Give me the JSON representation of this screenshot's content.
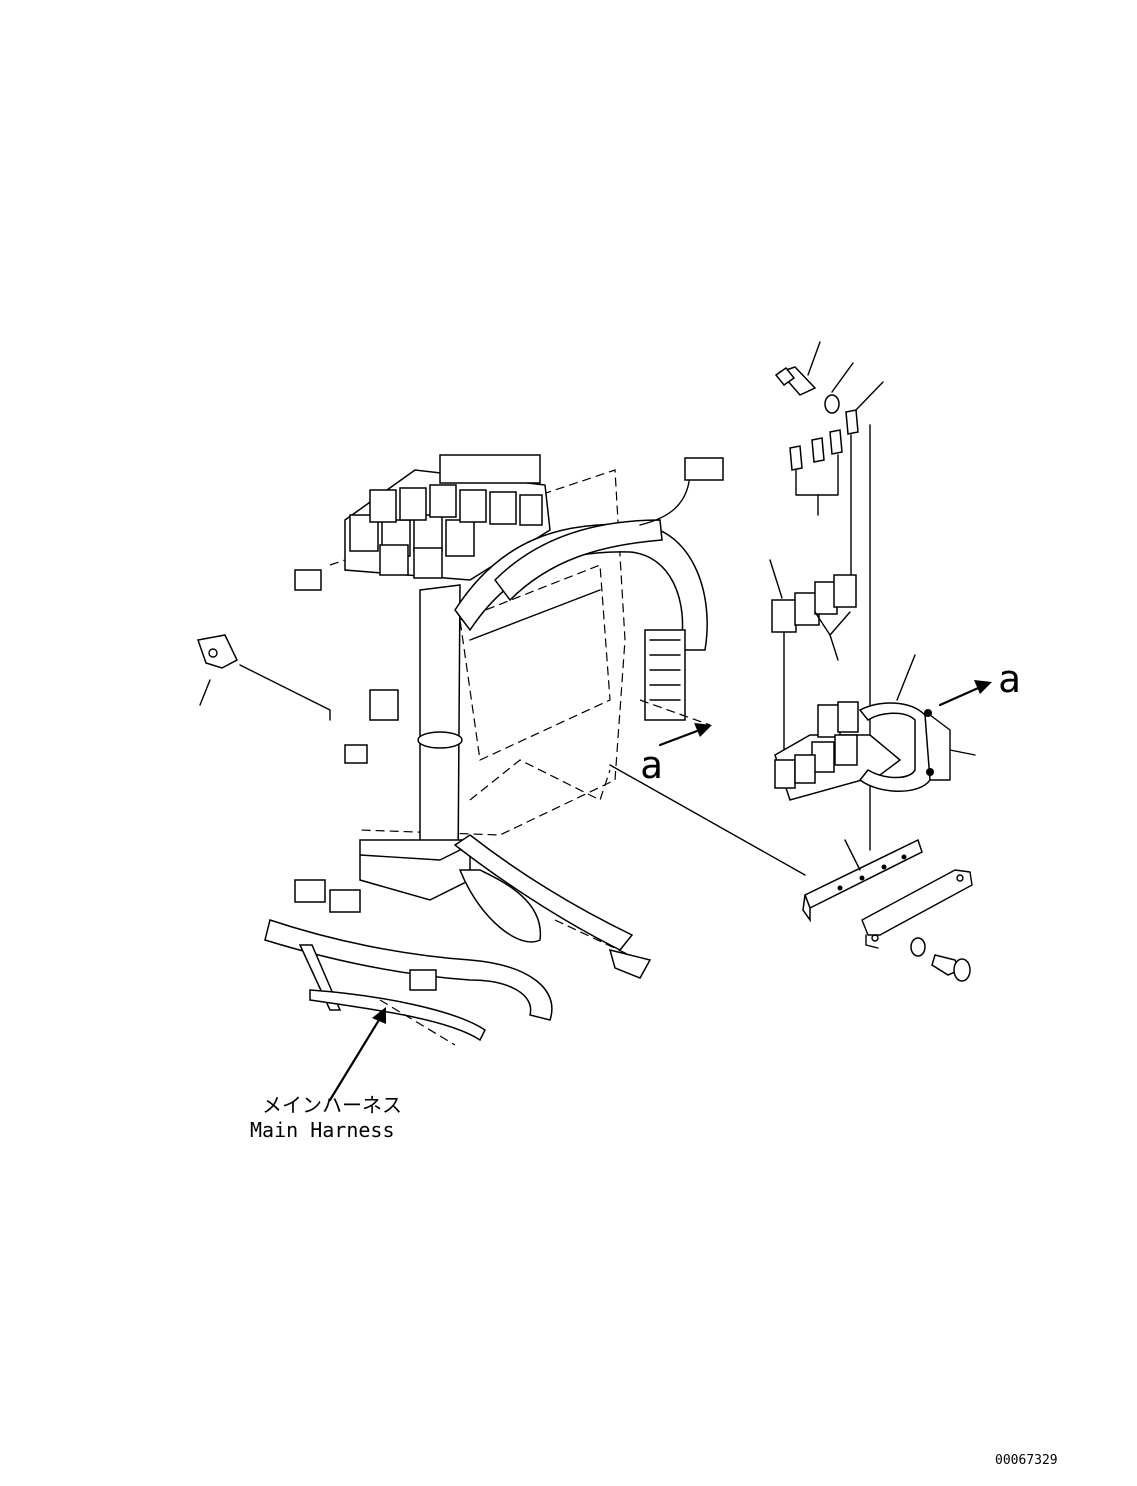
{
  "labels": {
    "view_a_right": "a",
    "view_a_left": "a",
    "harness_jp": "メインハーネス",
    "harness_en": "Main Harness",
    "drawing_number": "00067329"
  }
}
